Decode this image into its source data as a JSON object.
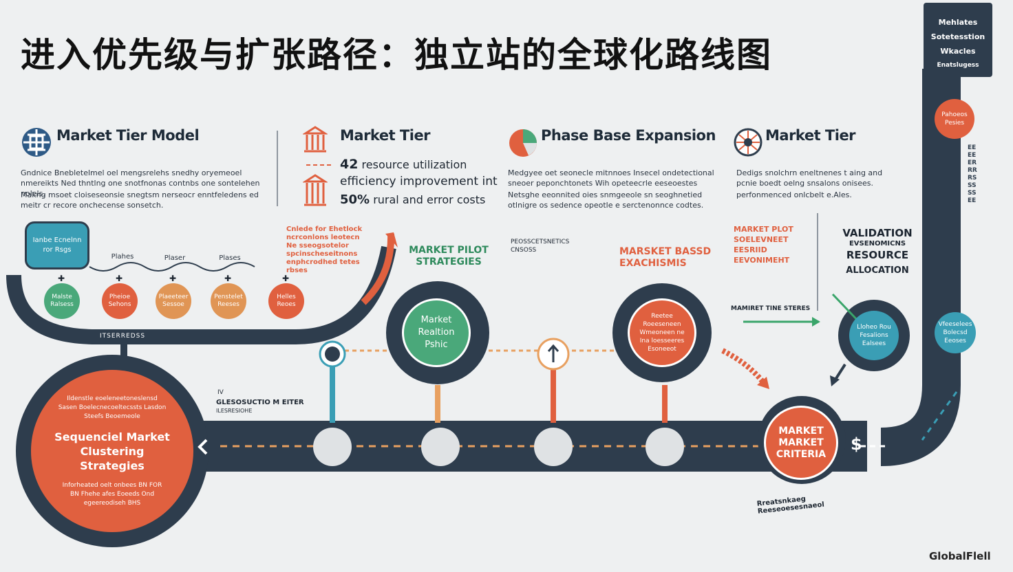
{
  "title": "进入优先级与扩张路径：独立站的全球化路线图",
  "sections": {
    "market_tier_model": {
      "header": "Market Tier Model",
      "body_1": "Gndnice Bnebletelmel oel mengsrelehs snedhy oryemeoel nmereikts Ned thntlng one snotfnonas contnbs one sontelehen nolels.",
      "body_2": "Makng msoet cloiseseonsie snegtsm nerseocr enntfeledens ed meitr cr recore onchecense sonsetch."
    },
    "market_tier_2": {
      "header": "Market Tier",
      "stat_line_1_num": "42",
      "stat_line_1_text": "resource utilization",
      "stat_line_2_text": "efficiency improvement int",
      "stat_line_3_num": "50%",
      "stat_line_3_text": "rural and error costs"
    },
    "phase_base": {
      "header": "Phase Base Expansion",
      "body_1": "Medgyee oet seonecle mitnnoes Insecel ondetectional sneoer peponchtonets Wih opeteecrle eeseoestes",
      "body_2": "Netsghe eeonnited oies snmgeeole sn seoghnetied otlnigre os sedence opeotle e serctenonnce codtes."
    },
    "market_tier_4": {
      "header": "Market Tier",
      "body_1": "Dedigs snolchrn eneltnenes t aing and pcnie boedt oelng snsalons onisees.",
      "body_2": "perfonmenced onlcbelt e.Ales."
    }
  },
  "left_panel": {
    "top_bubble": "Ianbe Ecnelnn ror Rsgs",
    "phase_labels": [
      "Plahes",
      "Plaser",
      "Plases"
    ],
    "nodes": [
      "Malste Ralsess",
      "Pheioe Sehons",
      "Plaeeteer Sessoe",
      "Penstelet Reeses",
      "Helles Reoes"
    ],
    "orange_note": "Cnlede for Ehetlock ncrconlons leotecn Ne sseogsotelor spcinscheseitnons enphcrodhed tetes rbses",
    "arc_label": "ITSERREDSS"
  },
  "center": {
    "pilot_title": "MARKET PILOT STRATEGIES",
    "small_caps": "PEOSSCETSNETICS CNSOSS",
    "main_circle": "Market Realtion Pshic",
    "based_title": "MARSKET BASSD EXACHISMIS",
    "right_circle": "Reetee Roeeseneen Wmeoneen ne Ina loesseeres Esoneeot",
    "mid_note_1": "IV",
    "mid_note_2": "GLESOSUCTIO M EITER",
    "mid_note_3": "ILESRESIOHE"
  },
  "right_panel": {
    "pilot_block": "MARKET PLOT SOELEVNEET EESRIID EEVONIMEHT",
    "validation_1": "VALIDATION",
    "validation_2": "EVSENOMICNS",
    "validation_3": "RESOURCE",
    "validation_4": "ALLOCATION",
    "timeline_label": "MAMIRET TINE STERES",
    "teal_circle": "Lloheo Rou Fesalions Ealsees",
    "criteria_circle": "MARKET MARKET CRITERIA",
    "criteria_arc": "Rreatsnkaeg Reeseoesesnaeol",
    "dollar": "$"
  },
  "left_big_circle": {
    "top_text": "Ildenstle eoeleneetoneslensd Sasen Boelecnecoeltecssts Lasdon Steefs Beoemeole",
    "title": "Sequenciel Market Clustering Strategies",
    "bottom_text": "Inforheated oelt onbees BN FOR BN Fhehe afes Eoeeds Ond egeereodiseh BHS"
  },
  "top_right_banner": {
    "line_1": "Mehlates",
    "line_2": "Sotetesstion",
    "line_3": "Wkacles",
    "line_4": "Enatslugess"
  },
  "tower_circles": {
    "top": "Pahoeos Pesies",
    "bottom": "Vfeeselees Bolecsd Eeoses"
  },
  "vertical_text": "EEEEERRRRSSSSSEE",
  "brand": "GlobalFlell",
  "colors": {
    "navy": "#2e3d4d",
    "orange": "#e0603f",
    "teal": "#3a9eb5",
    "green": "#4aa87a",
    "tan": "#e09555",
    "track_dash": "#e89c55",
    "bg": "#eef0f1"
  }
}
